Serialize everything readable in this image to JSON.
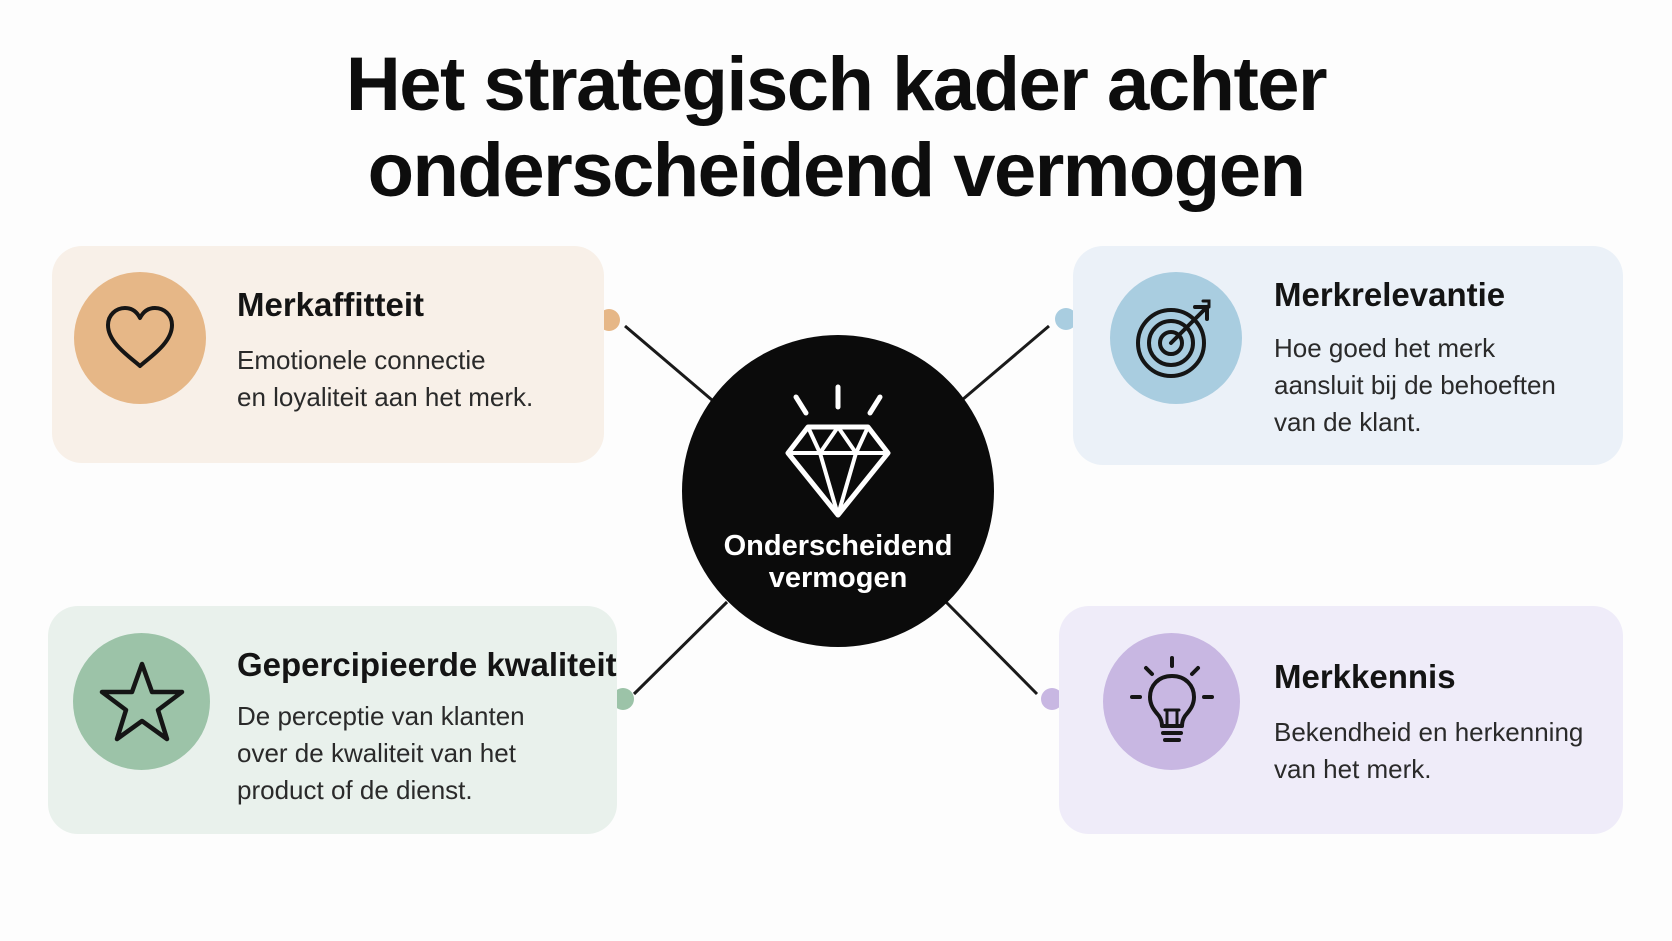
{
  "title": {
    "line1": "Het strategisch kader achter",
    "line2": "onderscheidend vermogen"
  },
  "center": {
    "line1": "Onderscheidend",
    "line2": "vermogen",
    "icon": "diamond-icon"
  },
  "cards": [
    {
      "id": "merkaffiteit",
      "title": "Merkaffitteit",
      "desc_lines": [
        "Emotionele connectie",
        "en loyaliteit aan het merk."
      ],
      "icon": "heart-icon",
      "bg": "#f8f0e8",
      "accent": "#e6b787"
    },
    {
      "id": "merkrelevantie",
      "title": "Merkrelevantie",
      "desc_lines": [
        "Hoe goed het merk",
        "aansluit bij de behoeften",
        "van de klant."
      ],
      "icon": "target-icon",
      "bg": "#ebf1f8",
      "accent": "#a9cde0"
    },
    {
      "id": "kwaliteit",
      "title": "Gepercipieerde kwaliteit",
      "desc_lines": [
        "De perceptie van klanten",
        "over de kwaliteit van het",
        "product of de dienst."
      ],
      "icon": "star-icon",
      "bg": "#e9f1ec",
      "accent": "#9cc3a8"
    },
    {
      "id": "merkkennis",
      "title": "Merkkennis",
      "desc_lines": [
        "Bekendheid en herkenning",
        "van het merk."
      ],
      "icon": "lightbulb-icon",
      "bg": "#efecf9",
      "accent": "#c8b7e2"
    }
  ]
}
